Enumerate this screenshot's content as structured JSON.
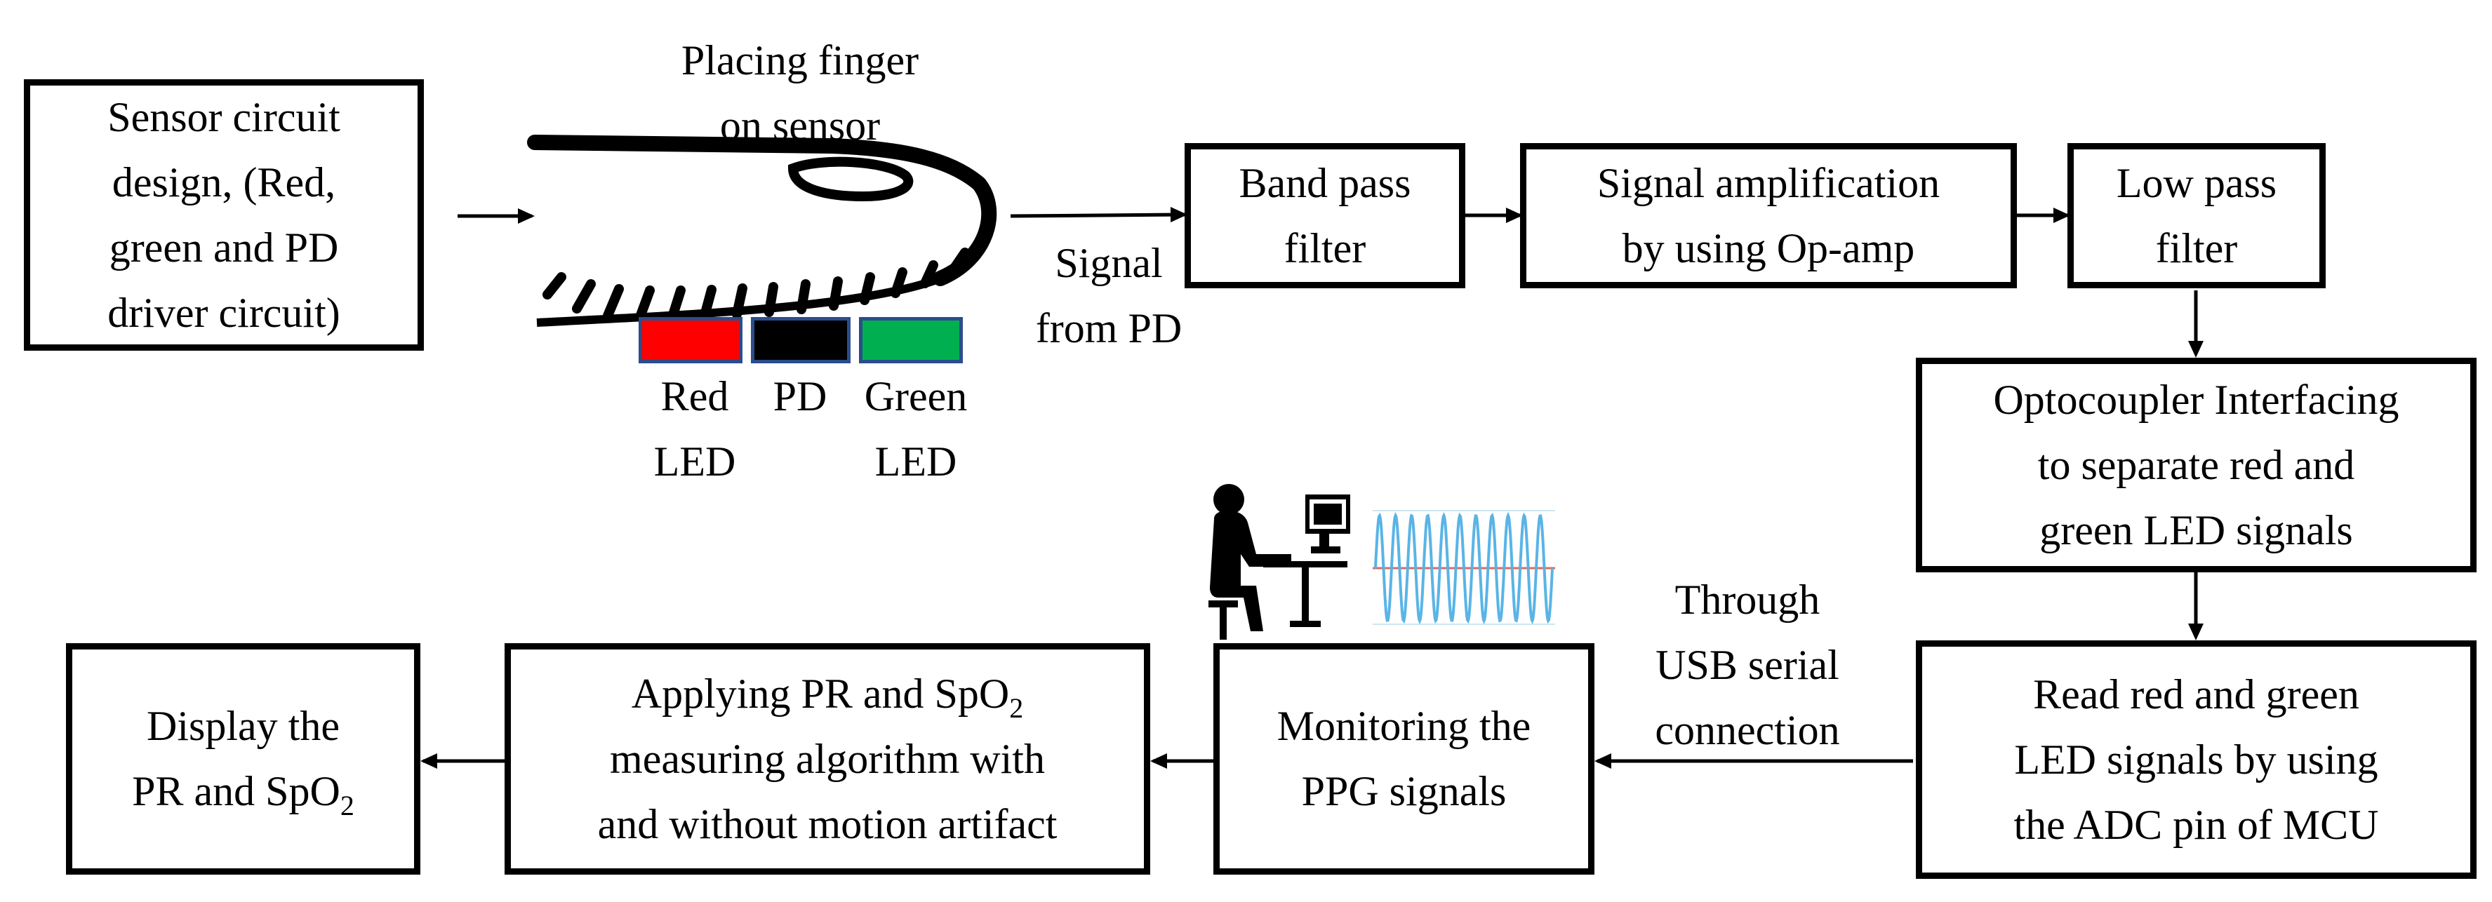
{
  "colors": {
    "red_led": "#ff0000",
    "pd": "#000000",
    "green_led": "#00b050",
    "led_border": "#2b4d8c",
    "ppg_wave": "#5ab4e6",
    "ppg_baseline": "#e06a5a"
  },
  "icons": {
    "operator": "person-at-computer-icon",
    "ppg": "ppg-waveform-icon",
    "finger": "finger-on-sensor-icon"
  },
  "boxes": {
    "sensor_design": "Sensor circuit\ndesign, (Red,\ngreen and PD\ndriver circuit)",
    "band_pass": "Band pass\nfilter",
    "amplification": "Signal amplification\nby using Op-amp",
    "low_pass": "Low pass\nfilter",
    "optocoupler": "Optocoupler Interfacing\nto separate red and\ngreen LED signals",
    "read_signals": "Read red and green\nLED signals by using\nthe ADC pin of MCU",
    "monitoring": "Monitoring the\nPPG signals",
    "algorithm_prefix": "Applying PR and SpO",
    "algorithm_sub": "2",
    "algorithm_rest": "measuring algorithm with\nand without motion artifact",
    "display_prefix": "Display the\nPR and SpO",
    "display_sub": "2"
  },
  "labels": {
    "placing_finger": "Placing finger\non sensor",
    "signal_from_pd": "Signal\nfrom PD",
    "red_led": "Red\nLED",
    "pd": "PD",
    "green_led": "Green\nLED",
    "usb": "Through\nUSB serial\nconnection"
  }
}
